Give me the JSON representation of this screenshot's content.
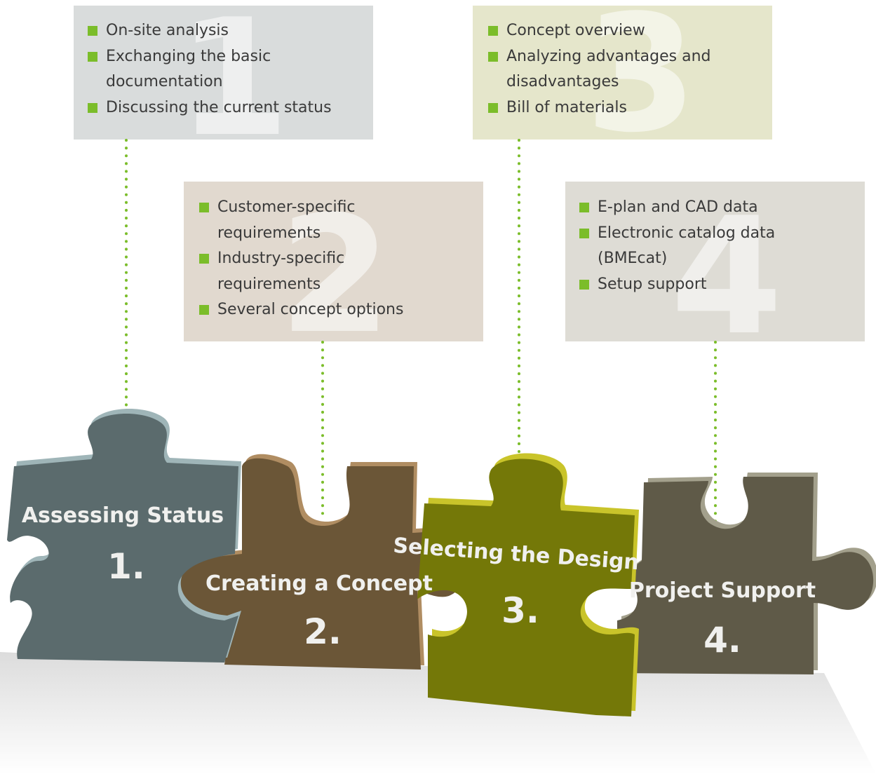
{
  "steps": [
    {
      "title": "Assessing Status",
      "number": "1.",
      "bignum": "1",
      "items": [
        "On-site analysis",
        "Exchanging the basic documentation",
        "Discussing the current status"
      ],
      "box_color": "#d9dcdc",
      "piece_color": "#5b6b6d"
    },
    {
      "title": "Creating a Concept",
      "number": "2.",
      "bignum": "2",
      "items": [
        "Customer-specific requirements",
        "Industry-specific requirements",
        "Several concept options"
      ],
      "box_color": "#e1d9cf",
      "piece_color": "#6b5637"
    },
    {
      "title": "Selecting the Design",
      "number": "3.",
      "bignum": "3",
      "items": [
        "Concept overview",
        "Analyzing advantages and disadvantages",
        "Bill of materials"
      ],
      "box_color": "#e5e6cb",
      "piece_color": "#747808"
    },
    {
      "title": "Project Support",
      "number": "4.",
      "bignum": "4",
      "items": [
        "E-plan and CAD data",
        "Electronic catalog data (BMEcat)",
        "Setup support"
      ],
      "box_color": "#dedcd5",
      "piece_color": "#5f5a48"
    }
  ],
  "bullet_color": "#7bbd2a",
  "connector_color": "#7bbd2a"
}
